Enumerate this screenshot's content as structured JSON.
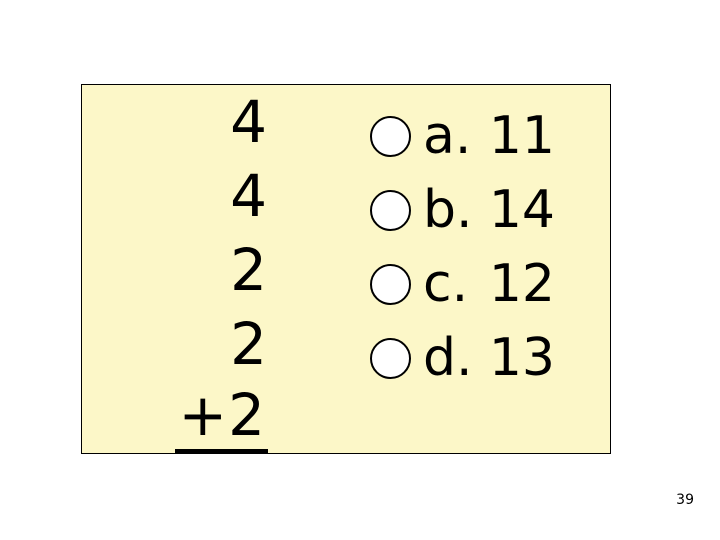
{
  "slide": {
    "panel_bg": "#fcf7c8",
    "border_color": "#000000",
    "problem": {
      "addends": [
        "4",
        "4",
        "2",
        "2"
      ],
      "last_addend": "+2"
    },
    "choices": [
      {
        "letter": "a.",
        "value": "11"
      },
      {
        "letter": "b.",
        "value": "14"
      },
      {
        "letter": "c.",
        "value": "12"
      },
      {
        "letter": "d.",
        "value": "13"
      }
    ],
    "slide_number": "39"
  }
}
